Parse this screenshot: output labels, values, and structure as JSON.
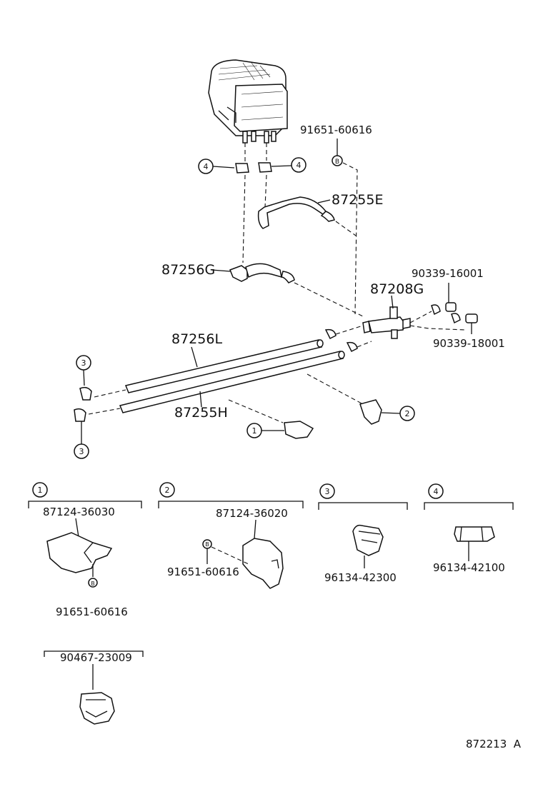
{
  "labels": {
    "p1": "91651-60616",
    "p2": "87255E",
    "p3": "87256G",
    "p4": "87208G",
    "p5": "90339-16001",
    "p6": "90339-18001",
    "p7": "87256L",
    "p8": "87255H",
    "g1_num": "87124-36030",
    "g1_bolt": "91651-60616",
    "g2_num": "87124-36020",
    "g2_bolt": "91651-60616",
    "g3_num": "96134-42300",
    "g4_num": "96134-42100",
    "g5_num": "90467-23009",
    "ref": "872213  A"
  },
  "callouts": {
    "c1": "1",
    "c2": "2",
    "c3": "3",
    "c4": "4",
    "b": "B"
  }
}
